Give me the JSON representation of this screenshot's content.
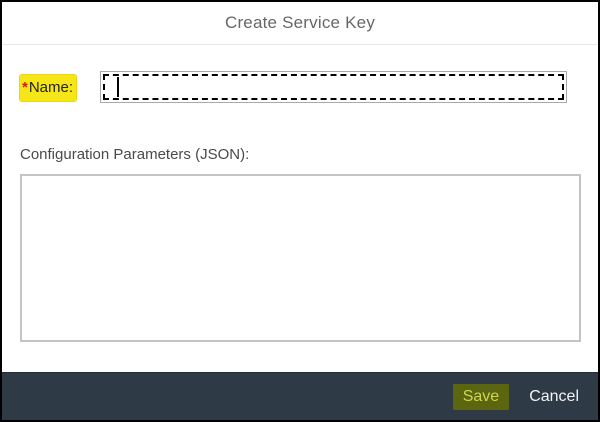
{
  "dialog": {
    "title": "Create Service Key"
  },
  "form": {
    "name": {
      "required_marker": "*",
      "label": "Name:",
      "value": "",
      "placeholder": ""
    },
    "config": {
      "label": "Configuration Parameters (JSON):",
      "value": "",
      "placeholder": ""
    }
  },
  "footer": {
    "save_label": "Save",
    "cancel_label": "Cancel"
  },
  "colors": {
    "highlight_yellow": "#f7e617",
    "required_red": "#cc2200",
    "title_text": "#676767",
    "label_text": "#4a4a4a",
    "footer_bg": "#2f3a47",
    "save_highlight_bg": "#5c650f",
    "save_text": "#ccd64f",
    "cancel_text": "#f2f4f5",
    "input_border": "#a9a9a9",
    "focus_outline": "#000000",
    "textarea_border": "#c4c4c4",
    "dialog_border": "#000000"
  }
}
